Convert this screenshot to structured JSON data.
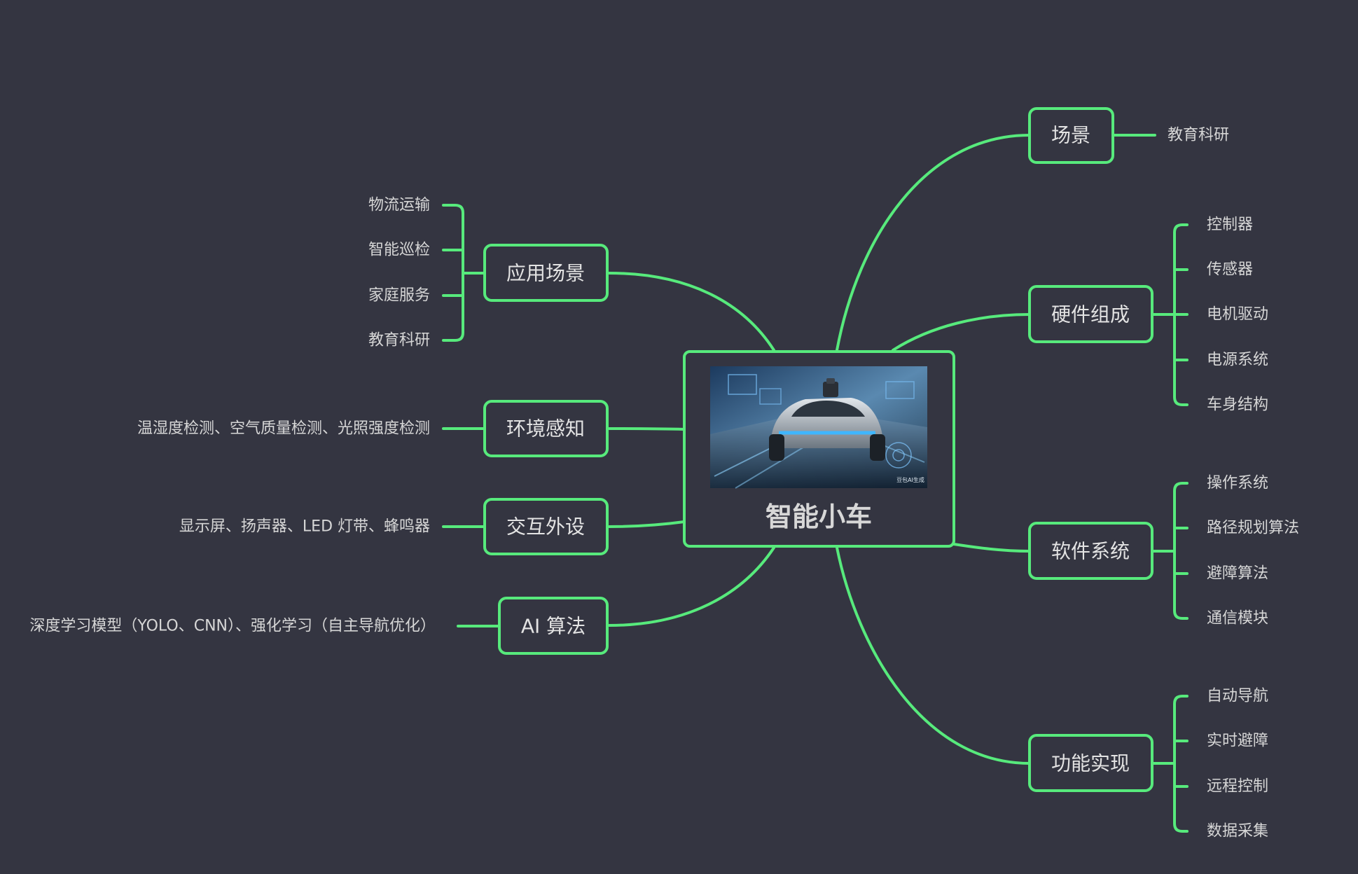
{
  "colors": {
    "background": "#343541",
    "branch": "#57ea7c",
    "text": "#e3e3e3"
  },
  "center": {
    "title": "智能小车",
    "image_watermark": "豆包AI生成"
  },
  "branches": {
    "scene": {
      "label": "场景",
      "items": [
        "教育科研"
      ]
    },
    "hardware": {
      "label": "硬件组成",
      "items": [
        "控制器",
        "传感器",
        "电机驱动",
        "电源系统",
        "车身结构"
      ]
    },
    "software": {
      "label": "软件系统",
      "items": [
        "操作系统",
        "路径规划算法",
        "避障算法",
        "通信模块"
      ]
    },
    "functions": {
      "label": "功能实现",
      "items": [
        "自动导航",
        "实时避障",
        "远程控制",
        "数据采集"
      ]
    },
    "application": {
      "label": "应用场景",
      "items": [
        "物流运输",
        "智能巡检",
        "家庭服务",
        "教育科研"
      ]
    },
    "environment": {
      "label": "环境感知",
      "items": [
        "温湿度检测、空气质量检测、光照强度检测"
      ]
    },
    "interaction": {
      "label": "交互外设",
      "items": [
        "显示屏、扬声器、LED 灯带、蜂鸣器"
      ]
    },
    "ai": {
      "label": "AI 算法",
      "items": [
        "深度学习模型（YOLO、CNN）、强化学习（自主导航优化）"
      ]
    }
  }
}
